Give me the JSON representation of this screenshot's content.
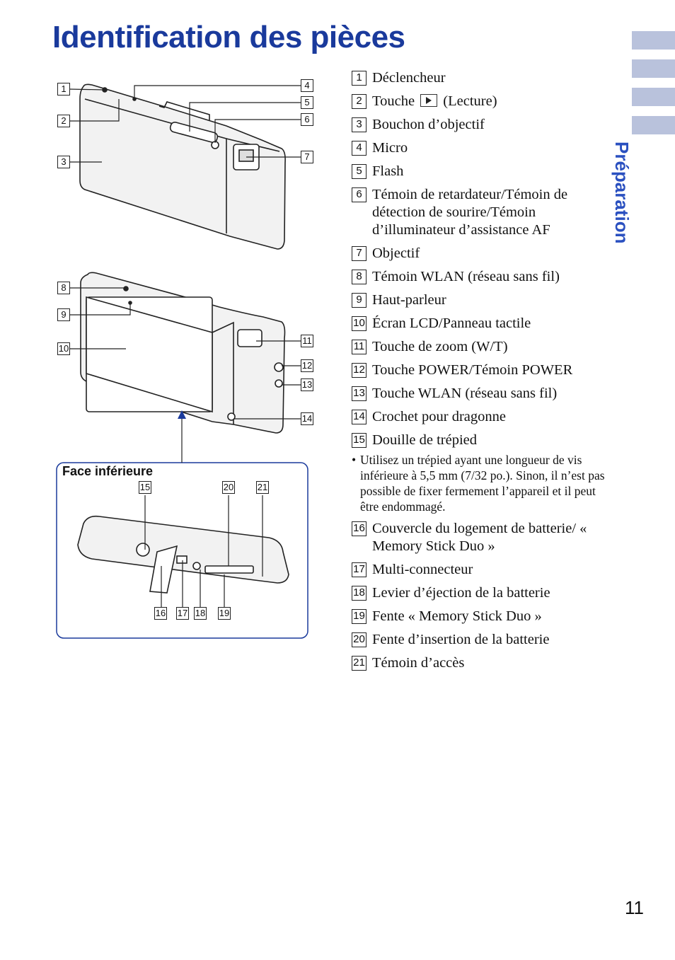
{
  "page": {
    "title": "Identification des pièces",
    "side_section": "Préparation",
    "page_number": "11"
  },
  "figure": {
    "bottom_face_label": "Face inférieure",
    "callouts": {
      "c1": "1",
      "c2": "2",
      "c3": "3",
      "c4": "4",
      "c5": "5",
      "c6": "6",
      "c7": "7",
      "c8": "8",
      "c9": "9",
      "c10": "10",
      "c11": "11",
      "c12": "12",
      "c13": "13",
      "c14": "14",
      "c15": "15",
      "c16": "16",
      "c17": "17",
      "c18": "18",
      "c19": "19",
      "c20": "20",
      "c21": "21"
    }
  },
  "parts": [
    {
      "num": "1",
      "label": "Déclencheur"
    },
    {
      "num": "2",
      "label_before": "Touche",
      "icon": "play-icon",
      "label_after": "(Lecture)"
    },
    {
      "num": "3",
      "label": "Bouchon d’objectif"
    },
    {
      "num": "4",
      "label": "Micro"
    },
    {
      "num": "5",
      "label": "Flash"
    },
    {
      "num": "6",
      "label": "Témoin de retardateur/Témoin de détection de sourire/Témoin d’illuminateur d’assistance AF"
    },
    {
      "num": "7",
      "label": "Objectif"
    },
    {
      "num": "8",
      "label": "Témoin WLAN (réseau sans fil)"
    },
    {
      "num": "9",
      "label": "Haut-parleur"
    },
    {
      "num": "10",
      "label": "Écran LCD/Panneau tactile"
    },
    {
      "num": "11",
      "label": "Touche de zoom (W/T)"
    },
    {
      "num": "12",
      "label": "Touche POWER/Témoin POWER"
    },
    {
      "num": "13",
      "label": "Touche WLAN (réseau sans fil)"
    },
    {
      "num": "14",
      "label": "Crochet pour dragonne"
    },
    {
      "num": "15",
      "label": "Douille de trépied"
    },
    {
      "num": "16",
      "label": "Couvercle du logement de batterie/ « Memory Stick Duo »"
    },
    {
      "num": "17",
      "label": "Multi-connecteur"
    },
    {
      "num": "18",
      "label": "Levier d’éjection de la batterie"
    },
    {
      "num": "19",
      "label": "Fente « Memory Stick Duo »"
    },
    {
      "num": "20",
      "label": "Fente d’insertion de la batterie"
    },
    {
      "num": "21",
      "label": "Témoin d’accès"
    }
  ],
  "note": {
    "bullet": "•",
    "text": "Utilisez un trépied ayant une longueur de vis inférieure à 5,5 mm (7/32 po.). Sinon, il n’est pas possible de fixer fermement l’appareil et il peut être endommagé."
  },
  "colors": {
    "title": "#1a3a9c",
    "side_tab": "#b9c2dc",
    "side_label": "#2a50c0",
    "frame": "#1a3a9c"
  }
}
